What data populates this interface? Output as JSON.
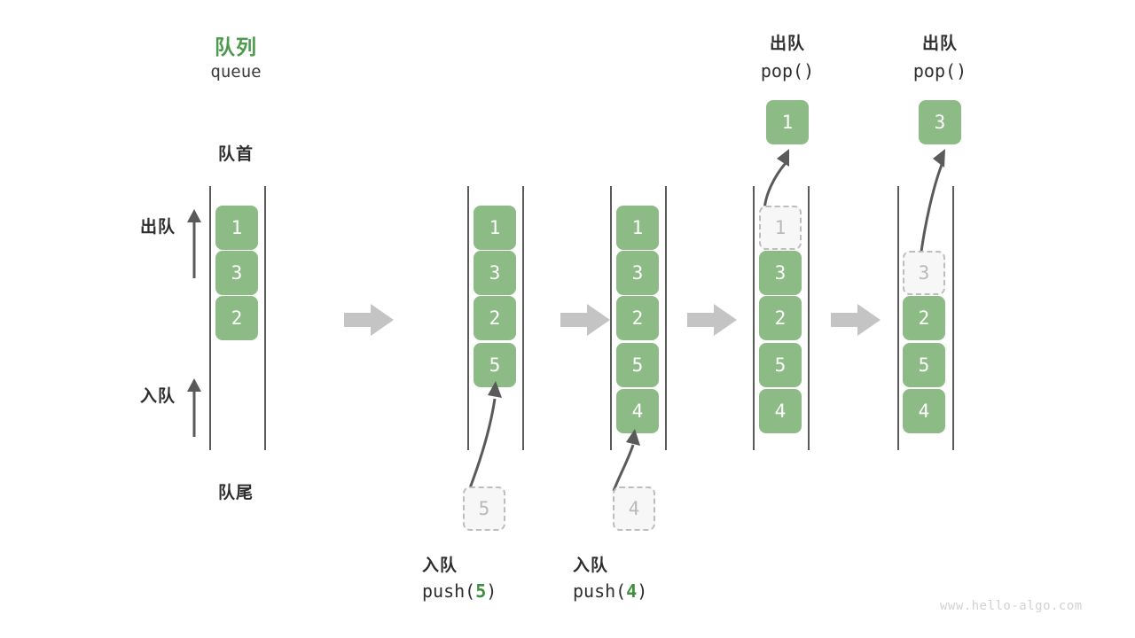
{
  "header": {
    "title_cn": "队列",
    "title_en": "queue",
    "front_label": "队首",
    "rear_label": "队尾"
  },
  "side_labels": {
    "dequeue": "出队",
    "enqueue": "入队"
  },
  "colors": {
    "element_fill": "#8cbb86",
    "element_text": "#ffffff",
    "ghost_fill": "#f7f7f7",
    "ghost_border": "#bdbdbd",
    "ghost_text": "#b9b9b9",
    "title_green": "#4c9a4c",
    "arrow_gray": "#5a5a5a",
    "flow_arrow_gray": "#c4c4c4",
    "rail_gray": "#5a5a5a",
    "watermark_gray": "#d2d2d2"
  },
  "icons": {
    "flow_arrow": "flow-arrow-right-icon",
    "dequeue_arrow": "arrow-up-icon",
    "enqueue_arrow": "arrow-up-icon",
    "push_curve": "curved-arrow-up-icon",
    "pop_curve": "curved-arrow-up-icon"
  },
  "stages": [
    {
      "id": "initial",
      "caption_cn": "",
      "caption_code_prefix": "",
      "caption_code_arg": "",
      "caption_code_suffix": "",
      "cells": [
        {
          "value": "1",
          "state": "filled"
        },
        {
          "value": "3",
          "state": "filled"
        },
        {
          "value": "2",
          "state": "filled"
        }
      ]
    },
    {
      "id": "push-5",
      "caption_cn": "入队",
      "caption_code_prefix": "push(",
      "caption_code_arg": "5",
      "caption_code_suffix": ")",
      "incoming_value": "5",
      "cells": [
        {
          "value": "1",
          "state": "filled"
        },
        {
          "value": "3",
          "state": "filled"
        },
        {
          "value": "2",
          "state": "filled"
        },
        {
          "value": "5",
          "state": "filled"
        }
      ]
    },
    {
      "id": "push-4",
      "caption_cn": "入队",
      "caption_code_prefix": "push(",
      "caption_code_arg": "4",
      "caption_code_suffix": ")",
      "incoming_value": "4",
      "cells": [
        {
          "value": "1",
          "state": "filled"
        },
        {
          "value": "3",
          "state": "filled"
        },
        {
          "value": "2",
          "state": "filled"
        },
        {
          "value": "5",
          "state": "filled"
        },
        {
          "value": "4",
          "state": "filled"
        }
      ]
    },
    {
      "id": "pop-1",
      "header_cn": "出队",
      "header_code_prefix": "pop(",
      "header_code_arg": "",
      "header_code_suffix": ")",
      "popped_value": "1",
      "cells": [
        {
          "value": "1",
          "state": "ghost"
        },
        {
          "value": "3",
          "state": "filled"
        },
        {
          "value": "2",
          "state": "filled"
        },
        {
          "value": "5",
          "state": "filled"
        },
        {
          "value": "4",
          "state": "filled"
        }
      ]
    },
    {
      "id": "pop-3",
      "header_cn": "出队",
      "header_code_prefix": "pop(",
      "header_code_arg": "",
      "header_code_suffix": ")",
      "popped_value": "3",
      "cells": [
        {
          "value": "3",
          "state": "ghost"
        },
        {
          "value": "2",
          "state": "filled"
        },
        {
          "value": "5",
          "state": "filled"
        },
        {
          "value": "4",
          "state": "filled"
        }
      ]
    }
  ],
  "watermark": "www.hello-algo.com"
}
